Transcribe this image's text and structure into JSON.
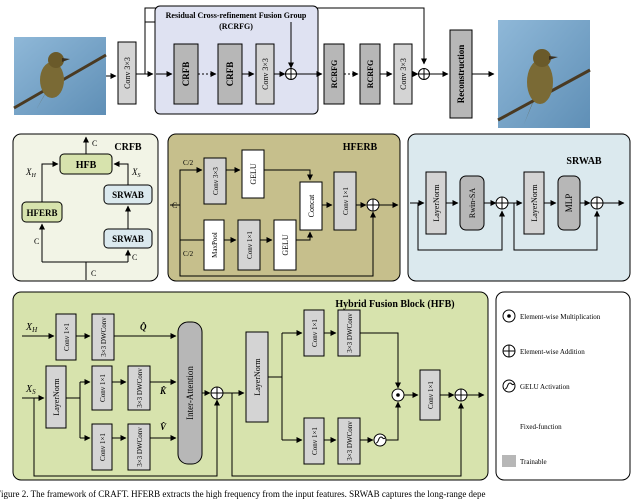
{
  "top": {
    "conv_in": "Conv 3×3",
    "rcrfg_title": "Residual Cross-refinement Fusion Group",
    "rcrfg_abbr": "(RCRFG)",
    "crfb_a": "CRFB",
    "crfb_b": "CRFB",
    "conv_inner": "Conv 3×3",
    "rcrfg_1": "RCRFG",
    "rcrfg_2": "RCRFG",
    "conv_out": "Conv 3×3",
    "reconstruction": "Reconstruction"
  },
  "crfb": {
    "title": "CRFB",
    "hfb": "HFB",
    "hferb": "HFERB",
    "srwab_top": "SRWAB",
    "srwab_bottom": "SRWAB",
    "xh": "X",
    "xh_sub": "H",
    "xs": "X",
    "xs_sub": "S",
    "c_top": "C",
    "c_left": "C",
    "c_right": "C",
    "c_bottom": "C"
  },
  "hferb": {
    "title": "HFERB",
    "c_half_top": "C/2",
    "c_half_bottom": "C/2",
    "c_in": "C",
    "conv3": "Conv 3×3",
    "gelu_top": "GELU",
    "maxpool": "MaxPool",
    "conv1": "Conv 1×1",
    "gelu_bottom": "GELU",
    "concat": "Concat",
    "conv_out": "Conv 1×1"
  },
  "srwab": {
    "title": "SRWAB",
    "ln1": "LayerNorm",
    "rwin": "Rwin-SA",
    "ln2": "LayerNorm",
    "mlp": "MLP"
  },
  "hfb": {
    "title": "Hybrid Fusion Block (HFB)",
    "xh": "X",
    "xh_sub": "H",
    "xs": "X",
    "xs_sub": "S",
    "conv_xh": "Conv 1×1",
    "dw_q": "3×3 DWConv",
    "q": "Q̂",
    "ln_main": "LayerNorm",
    "conv_k": "Conv 1×1",
    "dw_k": "3×3 DWConv",
    "k": "K̂",
    "conv_v": "Conv 1×1",
    "dw_v": "3×3 DWConv",
    "v": "V̂",
    "inter": "Inter-Attention",
    "ln_ffn": "LayerNorm",
    "conv_g1": "Conv 1×1",
    "dw_g1": "3×3 DWConv",
    "conv_g2": "Conv 1×1",
    "dw_g2": "3×3 DWConv",
    "conv_out": "Conv 1×1"
  },
  "legend": {
    "mult": "Element-wise Multiplication",
    "add": "Element-wise Addition",
    "gelu": "GELU Activation",
    "fixed": "Fixed-function",
    "trainable": "Trainable"
  },
  "caption": "Figure 2. The framework of CRAFT. HFERB extracts the high frequency from the input features. SRWAB captures the long-range depe"
}
